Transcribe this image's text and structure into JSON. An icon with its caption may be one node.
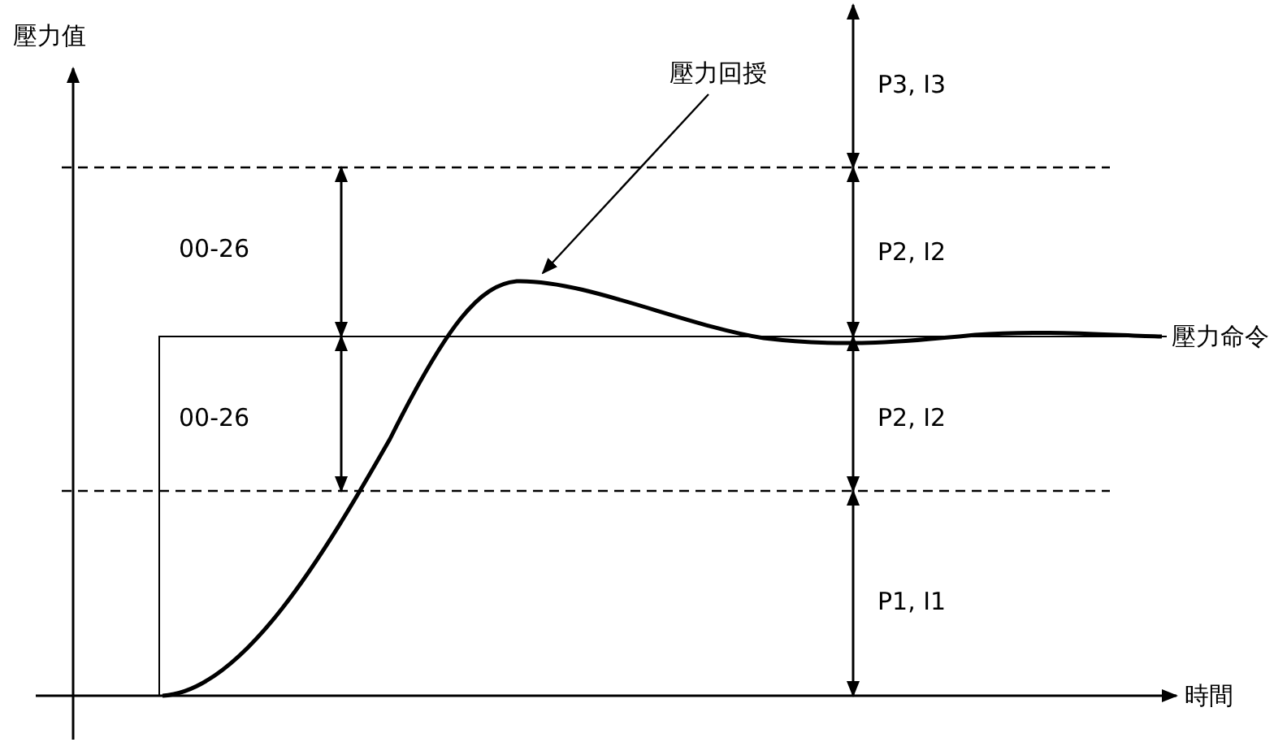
{
  "diagram": {
    "nodes": [
      {
        "text": [
          "壓力回授"
        ]
      },
      {
        "text": [],
        "shape": "curve"
      }
    ],
    "edges": [
      {
        "from": 0,
        "to": 1,
        "arrow": "to"
      }
    ],
    "labels": [
      "壓力值",
      "P3, I3",
      "00-26",
      "P2, I2",
      "壓力命令",
      "00-26",
      "P2, I2",
      "P1, I1",
      "時間"
    ]
  }
}
